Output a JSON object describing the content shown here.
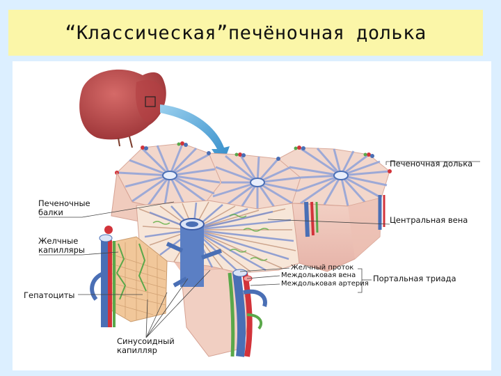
{
  "title": "“Классическая”печёночная долька",
  "labels": {
    "hepatic_lobule": "Печеночная долька",
    "hepatic_plates": "Печеночные\nбалки",
    "bile_capillaries": "Желчные\nкапилляры",
    "central_vein": "Центральная вена",
    "bile_duct": "Желчный проток",
    "interlobular_vein": "Междольковая вена",
    "interlobular_artery": "Междольковая артерия",
    "portal_triad": "Портальная триада",
    "hepatocytes": "Гепатоциты",
    "sinusoid_capillary": "Синусоидный\nкапилляр"
  },
  "colors": {
    "background": "#dcefff",
    "title_bg": "#fbf6a8",
    "liver": "#b8474a",
    "lobule_face": "#f2d3c4",
    "vein_blue": "#4a6fb5",
    "artery_red": "#d2333a",
    "bile_green": "#5aa84a"
  }
}
